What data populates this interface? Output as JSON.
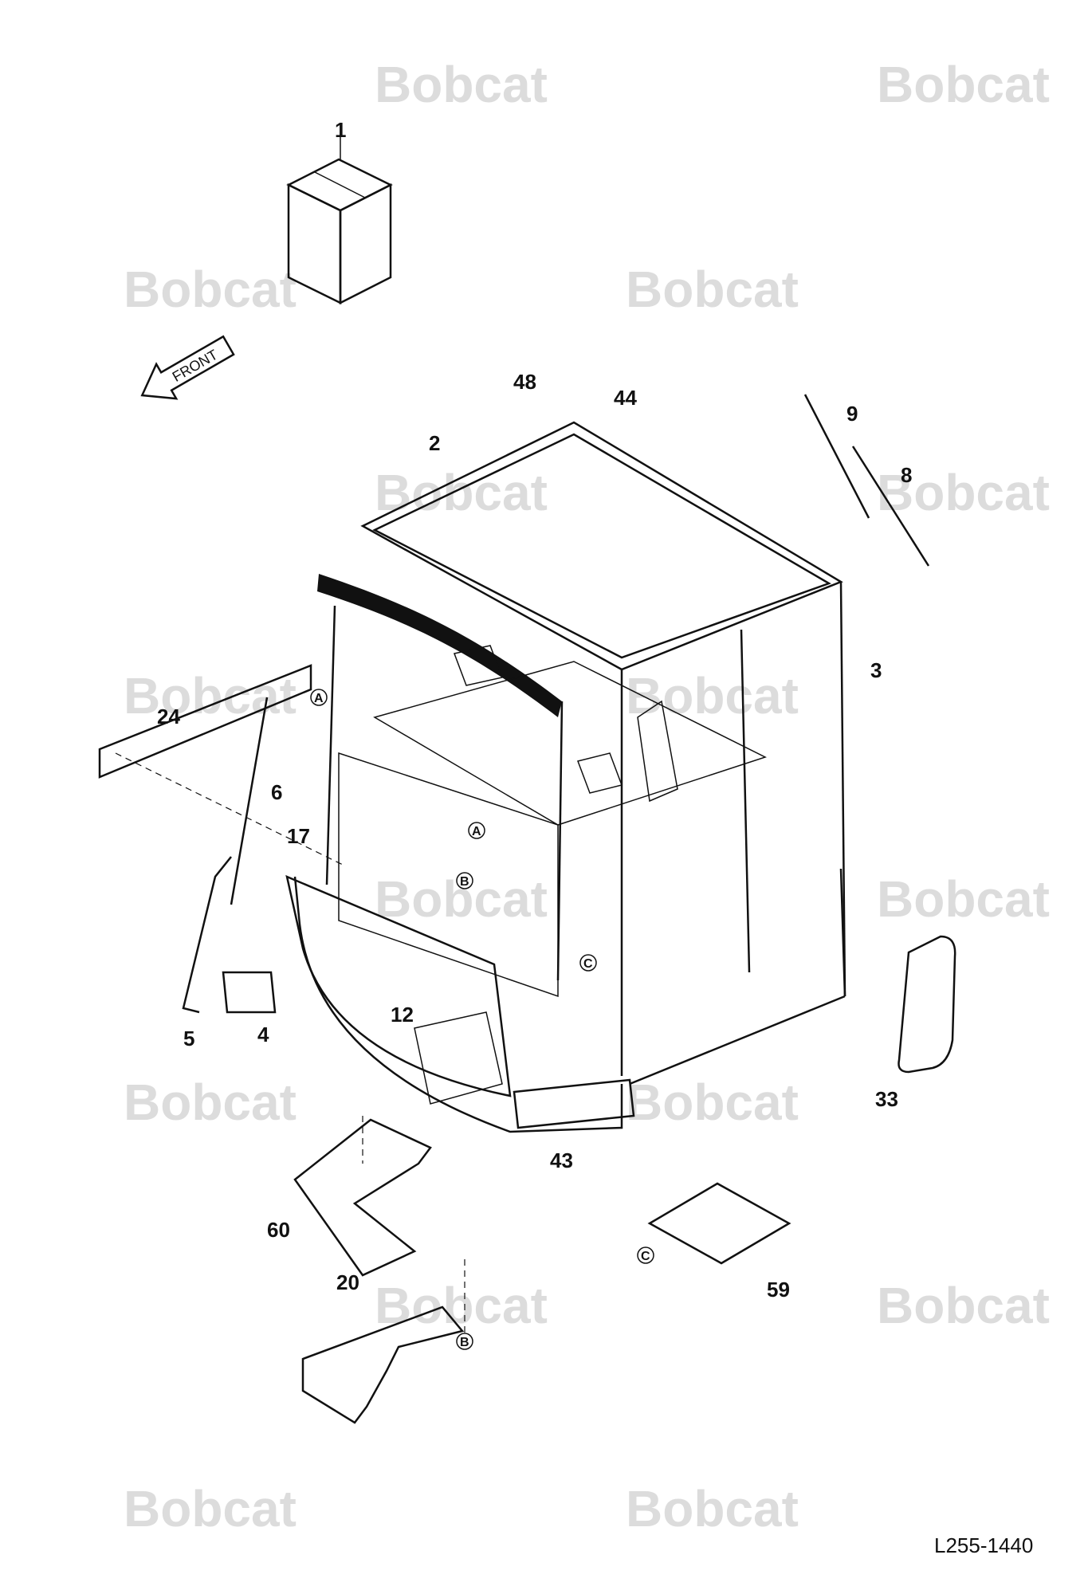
{
  "watermark_text": "Bobcat",
  "front_label": "FRONT",
  "drawing_number": "L255-1440",
  "ref_letters": [
    "A",
    "A",
    "B",
    "B",
    "C",
    "C"
  ],
  "callouts": [
    "1",
    "2",
    "9",
    "8",
    "48",
    "44",
    "24",
    "6",
    "5",
    "4",
    "17",
    "60",
    "20",
    "59",
    "33",
    "3",
    "12",
    "43"
  ]
}
